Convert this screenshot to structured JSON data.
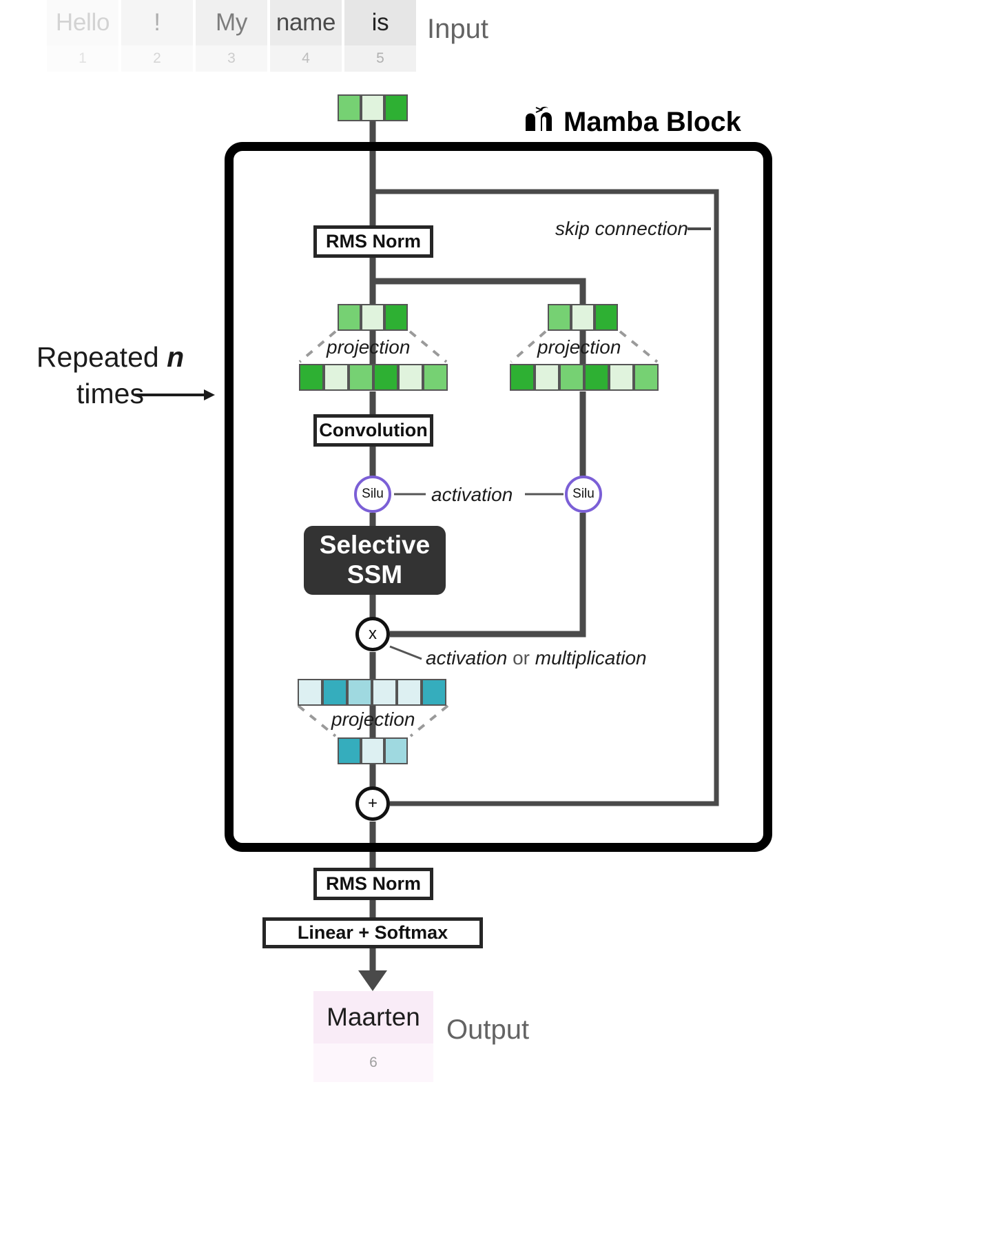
{
  "input": {
    "label": "Input",
    "tokens": [
      {
        "word": "Hello",
        "index": "1"
      },
      {
        "word": "!",
        "index": "2"
      },
      {
        "word": "My",
        "index": "3"
      },
      {
        "word": "name",
        "index": "4"
      },
      {
        "word": "is",
        "index": "5"
      }
    ]
  },
  "block": {
    "title": "Mamba Block",
    "logo_icon": "mamba-snake-logo-icon",
    "skip_label": "skip connection",
    "rms_norm_top": "RMS Norm",
    "projection_left": "projection",
    "projection_right": "projection",
    "projection_out": "projection",
    "convolution": "Convolution",
    "silu_left": "Silu",
    "silu_right": "Silu",
    "activation_label": "activation",
    "ssm_line1": "Selective",
    "ssm_line2": "SSM",
    "multiply_symbol": "x",
    "multiply_label_a": "activation",
    "multiply_label_or": "or",
    "multiply_label_b": "multiplication",
    "add_symbol": "+"
  },
  "footer": {
    "rms_norm_bottom": "RMS Norm",
    "linear_softmax": "Linear + Softmax"
  },
  "output": {
    "label": "Output",
    "word": "Maarten",
    "index": "6"
  },
  "side": {
    "repeated_line1": "Repeated",
    "repeated_var": "n",
    "repeated_line2": "times",
    "arrow_icon": "right-arrow-icon"
  },
  "colors": {
    "green_dark": "#2eb033",
    "green_mid": "#76d173",
    "green_light": "#e0f3dd",
    "teal_dark": "#35adbd",
    "teal_mid": "#9fd9e0",
    "teal_light": "#ddf0f2",
    "line": "#4a4a4a",
    "frame": "#000000",
    "ssm_bg": "#333333",
    "silu_border": "#7b5fd6",
    "output_bg": "#f9ecf7"
  },
  "rows": {
    "green_in_top": [
      "green_mid",
      "green_light",
      "green_dark"
    ],
    "green_left_small": [
      "green_mid",
      "green_light",
      "green_dark"
    ],
    "green_left_wide": [
      "green_dark",
      "green_light",
      "green_mid",
      "green_dark",
      "green_light",
      "green_mid"
    ],
    "green_right_small": [
      "green_mid",
      "green_light",
      "green_dark"
    ],
    "green_right_wide": [
      "green_dark",
      "green_light",
      "green_mid",
      "green_dark",
      "green_light",
      "green_mid"
    ],
    "teal_wide": [
      "teal_light",
      "teal_dark",
      "teal_mid",
      "teal_light",
      "teal_light",
      "teal_dark"
    ],
    "teal_small": [
      "teal_dark",
      "teal_light",
      "teal_mid"
    ]
  }
}
